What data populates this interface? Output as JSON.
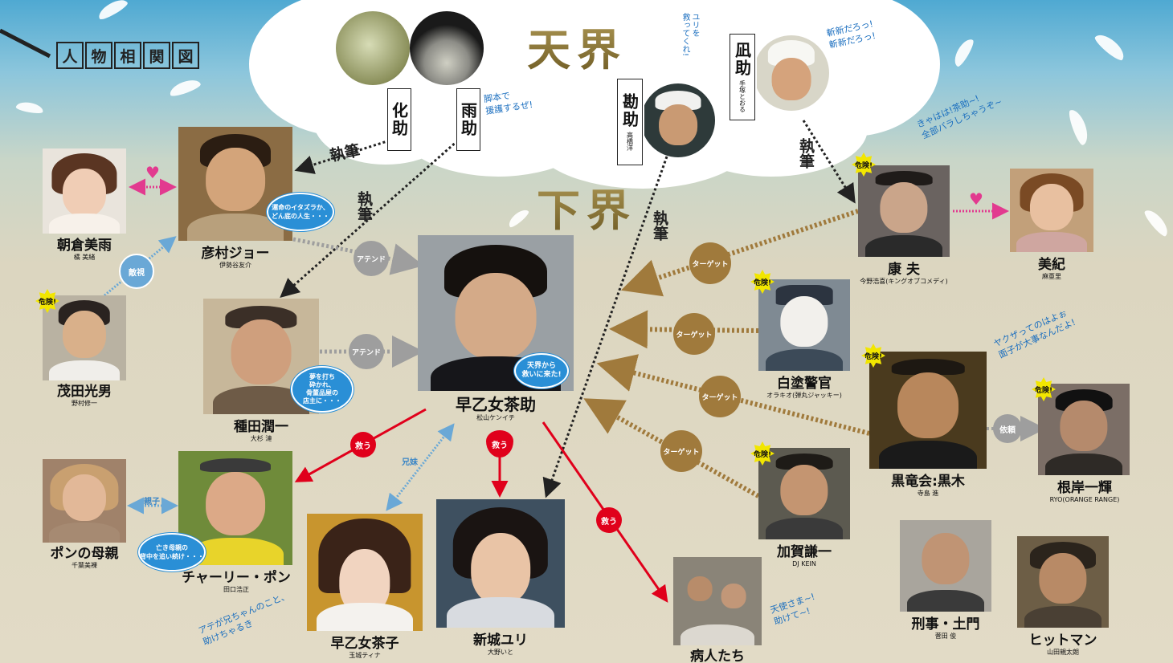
{
  "title_chars": [
    "人",
    "物",
    "相",
    "関",
    "図"
  ],
  "realms": {
    "heaven": "天界",
    "earth": "下界"
  },
  "heaven": {
    "kesuke": {
      "name": "化助"
    },
    "amesuke": {
      "name": "雨助"
    },
    "kansuke": {
      "name": "勘助",
      "actor": "高橋洋"
    },
    "fusuke": {
      "name": "凪助",
      "actor": "手塚とおる"
    },
    "notes": {
      "amesuke": "脚本で\n援護するぜ!",
      "kansuke": "ユリを\n救ってくれ!",
      "fusuke": "斬新だろっ!\n斬新だろっ!"
    }
  },
  "shippitsu_label": "執筆",
  "people": {
    "asakura": {
      "name": "朝倉美雨",
      "actor": "橘 美緒"
    },
    "hikomura": {
      "name": "彦村ジョー",
      "actor": "伊勢谷友介",
      "bubble": "運命のイタズラか、\nどん底の人生・・・"
    },
    "shigeta": {
      "name": "茂田光男",
      "actor": "野村修一"
    },
    "taneda": {
      "name": "種田潤一",
      "actor": "大杉 漣",
      "bubble": "夢を打ち\n砕かれ、\n骨董品屋の\n店主に・・・"
    },
    "sachisuke": {
      "name": "早乙女茶助",
      "actor": "松山ケンイチ",
      "bubble": "天界から\n救いに来た!"
    },
    "yasuo": {
      "name": "康 夫",
      "actor": "今野浩喜(キングオブコメディ)"
    },
    "miki": {
      "name": "美紀",
      "actor": "麻亜里"
    },
    "shirone": {
      "name": "白塗警官",
      "actor": "オラキオ(弾丸ジャッキー)"
    },
    "kuroki": {
      "name": "黒竜会:黒木",
      "actor": "寺島 進"
    },
    "negishi": {
      "name": "根岸一輝",
      "actor": "RYO(ORANGE RANGE)"
    },
    "kaga": {
      "name": "加賀謙一",
      "actor": "DJ KEIN"
    },
    "pon_mother": {
      "name": "ポンの母親",
      "actor": "千葉美裸"
    },
    "charlie": {
      "name": "チャーリー・ポン",
      "actor": "田口浩正",
      "bubble": "亡き母親の\n背中を追い続け・・・"
    },
    "chako": {
      "name": "早乙女茶子",
      "actor": "玉城ティナ"
    },
    "yuri": {
      "name": "新城ユリ",
      "actor": "大野いと"
    },
    "patients": {
      "name": "病人たち"
    },
    "detective": {
      "name": "刑事・土門",
      "actor": "菅田 俊"
    },
    "hitman": {
      "name": "ヒットマン",
      "actor": "山田親太朗"
    }
  },
  "tags": {
    "danger": "危険!",
    "teki": "敵視",
    "attend": "アテンド",
    "target": "ターゲット",
    "irai": "依頼",
    "sukuu": "救う",
    "kyoudai": "兄妹",
    "oyako": "親子"
  },
  "notes": {
    "yasuo": "きゃはは!茶助~!\n全部バラしちゃうぞ~",
    "kuroki": "ヤクザってのはよぉ\n面子が大事なんだよ!",
    "patients": "天使さま~!\n助けて~!",
    "chako": "アテが兄ちゃんのこと、\n助けちゃるき"
  },
  "colors": {
    "attend": "#9e9e9e",
    "target": "#a07a3c",
    "save": "#e0001b",
    "love": "#e23a8f",
    "sibling": "#6aa8d6",
    "write": "#222222"
  }
}
